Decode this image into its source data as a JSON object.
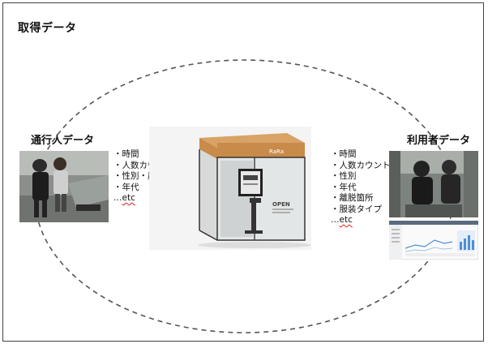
{
  "title": "取得データ",
  "left": {
    "heading": "通行人データ",
    "items": [
      "・時間",
      "・人数カウント",
      "・性別・属性",
      "・年代"
    ],
    "etc_prefix": "…",
    "etc": "etc"
  },
  "right": {
    "heading": "利用者データ",
    "items": [
      "・時間",
      "・人数カウント",
      "・性別",
      "・年代",
      "・離脱箇所",
      "・服装タイプ"
    ],
    "etc_prefix": "…",
    "etc": "etc"
  },
  "booth": {
    "sign": "RaRa",
    "screen_text": "OPEN"
  },
  "colors": {
    "wood": "#c98b4a",
    "dash_line": "#555555",
    "etc_underline": "#dd3333"
  }
}
